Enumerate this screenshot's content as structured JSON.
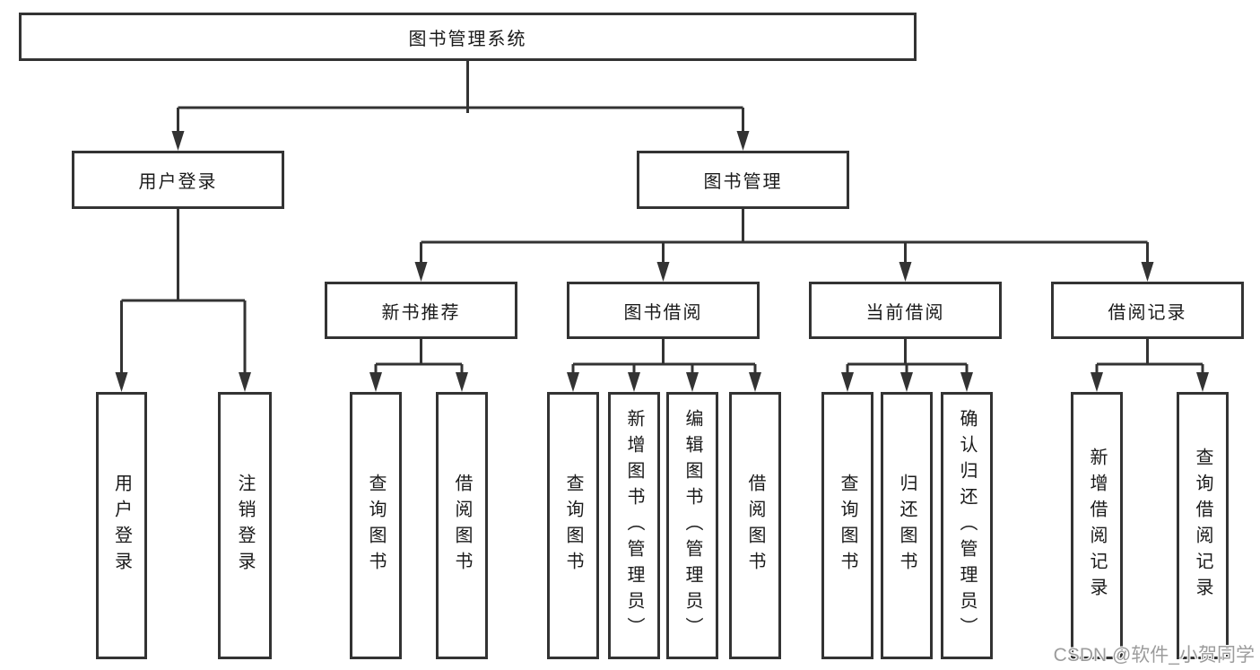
{
  "diagram": {
    "root_label": "图书管理系统",
    "level2": [
      {
        "label": "用户登录"
      },
      {
        "label": "图书管理"
      }
    ],
    "level3": [
      {
        "label": "新书推荐",
        "parent": "图书管理"
      },
      {
        "label": "图书借阅",
        "parent": "图书管理"
      },
      {
        "label": "当前借阅",
        "parent": "图书管理"
      },
      {
        "label": "借阅记录",
        "parent": "图书管理"
      }
    ],
    "leaves": [
      {
        "label": "用户登录",
        "parent": "用户登录"
      },
      {
        "label": "注销登录",
        "parent": "用户登录"
      },
      {
        "label": "查询图书",
        "parent": "新书推荐"
      },
      {
        "label": "借阅图书",
        "parent": "新书推荐"
      },
      {
        "label": "查询图书",
        "parent": "图书借阅"
      },
      {
        "label": "新增图书（管理员）",
        "parent": "图书借阅"
      },
      {
        "label": "编辑图书（管理员）",
        "parent": "图书借阅"
      },
      {
        "label": "借阅图书",
        "parent": "图书借阅"
      },
      {
        "label": "查询图书",
        "parent": "当前借阅"
      },
      {
        "label": "归还图书",
        "parent": "当前借阅"
      },
      {
        "label": "确认归还（管理员）",
        "parent": "当前借阅"
      },
      {
        "label": "新增借阅记录",
        "parent": "借阅记录"
      },
      {
        "label": "查询借阅记录",
        "parent": "借阅记录"
      }
    ]
  },
  "watermark": {
    "text": "CSDN @软件_小贺同学",
    "color": "#9c9c9c"
  },
  "colors": {
    "line": "#333333",
    "text": "#1a1a1a",
    "background": "#ffffff"
  }
}
